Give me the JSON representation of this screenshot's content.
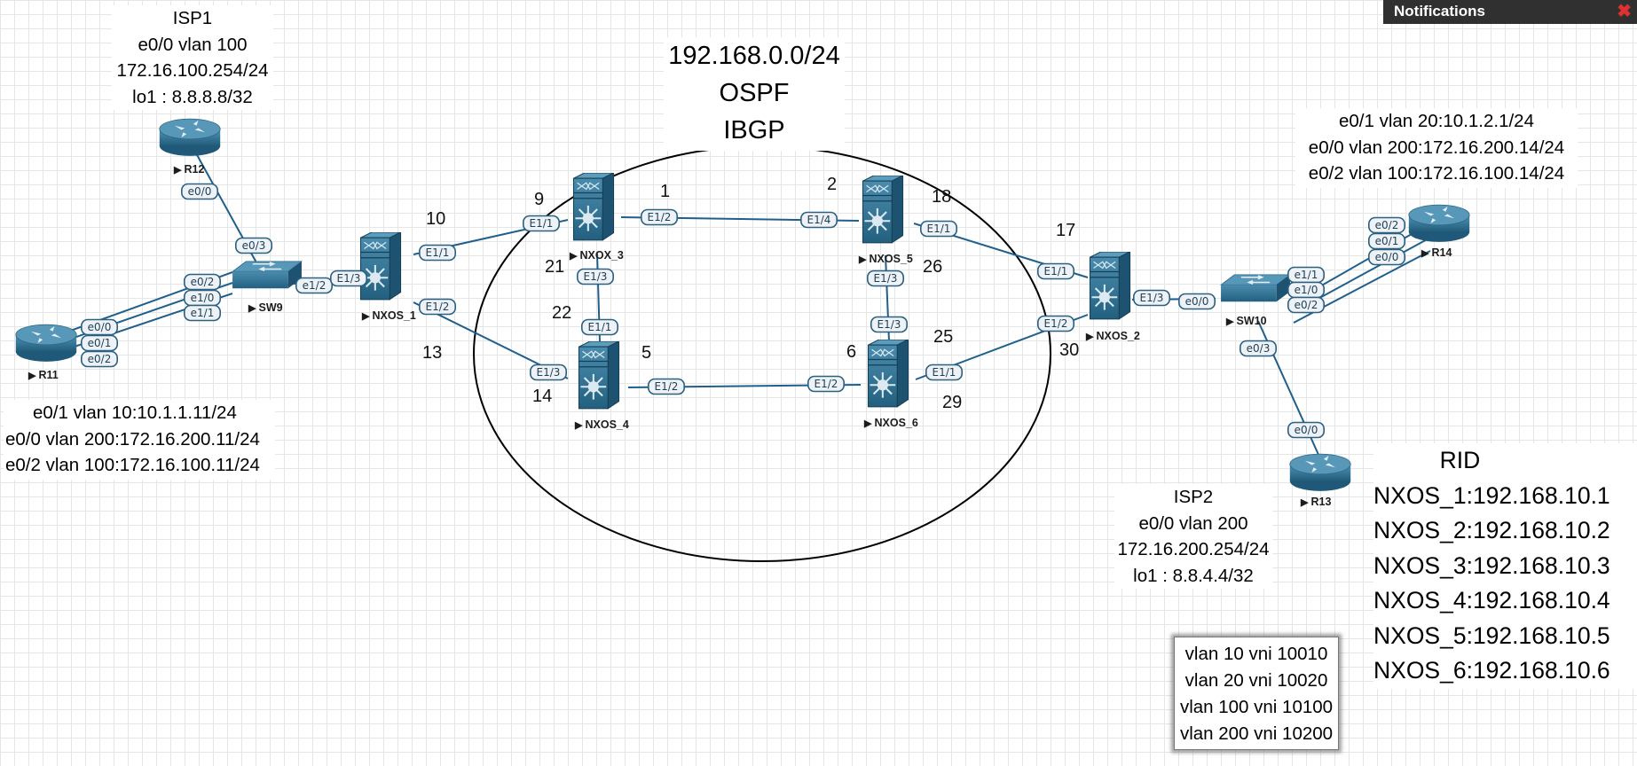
{
  "notifications": {
    "title": "Notifications",
    "close_icon": "close-icon"
  },
  "cloud": {
    "lines": [
      "192.168.0.0/24",
      "OSPF",
      "IBGP"
    ]
  },
  "isp1": {
    "lines": [
      "ISP1",
      "e0/0 vlan 100",
      "172.16.100.254/24",
      "lo1  : 8.8.8.8/32"
    ]
  },
  "isp2": {
    "lines": [
      "ISP2",
      "e0/0 vlan 200",
      "172.16.200.254/24",
      "lo1 : 8.8.4.4/32"
    ]
  },
  "r11_info": {
    "lines": [
      "e0/1 vlan 10:10.1.1.11/24",
      "e0/0 vlan 200:172.16.200.11/24",
      "e0/2 vlan 100:172.16.100.11/24"
    ]
  },
  "r14_info": {
    "lines": [
      "e0/1 vlan 20:10.1.2.1/24",
      "e0/0 vlan 200:172.16.200.14/24",
      "e0/2 vlan 100:172.16.100.14/24"
    ]
  },
  "rid": {
    "title": "RID",
    "entries": [
      "NXOS_1:192.168.10.1",
      "NXOS_2:192.168.10.2",
      "NXOS_3:192.168.10.3",
      "NXOS_4:192.168.10.4",
      "NXOS_5:192.168.10.5",
      "NXOS_6:192.168.10.6"
    ]
  },
  "vni": {
    "lines": [
      "vlan 10 vni 10010",
      "vlan 20 vni 10020",
      "vlan 100 vni 10100",
      "vlan 200 vni 10200"
    ]
  },
  "numbers": [
    "10",
    "13",
    "9",
    "21",
    "22",
    "14",
    "1",
    "5",
    "2",
    "18",
    "26",
    "6",
    "25",
    "29",
    "17",
    "30"
  ],
  "nodes": {
    "r12": "R12",
    "r11": "R11",
    "sw9": "SW9",
    "nxos1": "NXOS_1",
    "nxos3": "NXOX_3",
    "nxos4": "NXOS_4",
    "nxos5": "NXOS_5",
    "nxos6": "NXOS_6",
    "nxos2": "NXOS_2",
    "sw10": "SW10",
    "r14": "R14",
    "r13": "R13"
  },
  "ports": {
    "r12_e00": "e0/0",
    "sw9_e03": "e0/3",
    "sw9_e02": "e0/2",
    "sw9_e10": "e1/0",
    "sw9_e11": "e1/1",
    "r11_e00": "e0/0",
    "r11_e01": "e0/1",
    "r11_e02": "e0/2",
    "sw9_e12": "e1/2",
    "nx1_e13": "E1/3",
    "nx1_e11": "E1/1",
    "nx1_e12": "E1/2",
    "nx3_e11": "E1/1",
    "nx3_e12": "E1/2",
    "nx3_e13": "E1/3",
    "nx4_e11": "E1/1",
    "nx4_e13": "E1/3",
    "nx4_e12": "E1/2",
    "nx5_e14": "E1/4",
    "nx5_e11": "E1/1",
    "nx5_e13": "E1/3",
    "nx6_e13": "E1/3",
    "nx6_e12": "E1/2",
    "nx6_e11": "E1/1",
    "nx2_e11": "E1/1",
    "nx2_e12": "E1/2",
    "nx2_e13": "E1/3",
    "sw10_e00": "e0/0",
    "sw10_e03": "e0/3",
    "sw10_e11": "e1/1",
    "sw10_e10": "e1/0",
    "sw10_e02": "e0/2",
    "r14_e02": "e0/2",
    "r14_e01": "e0/1",
    "r14_e00": "e0/0",
    "r13_e00": "e0/0"
  },
  "colors": {
    "link": "#1f5f8b",
    "device": "#2d6e8e",
    "label_border": "#2a6080",
    "label_bg": "#eef2f6"
  }
}
